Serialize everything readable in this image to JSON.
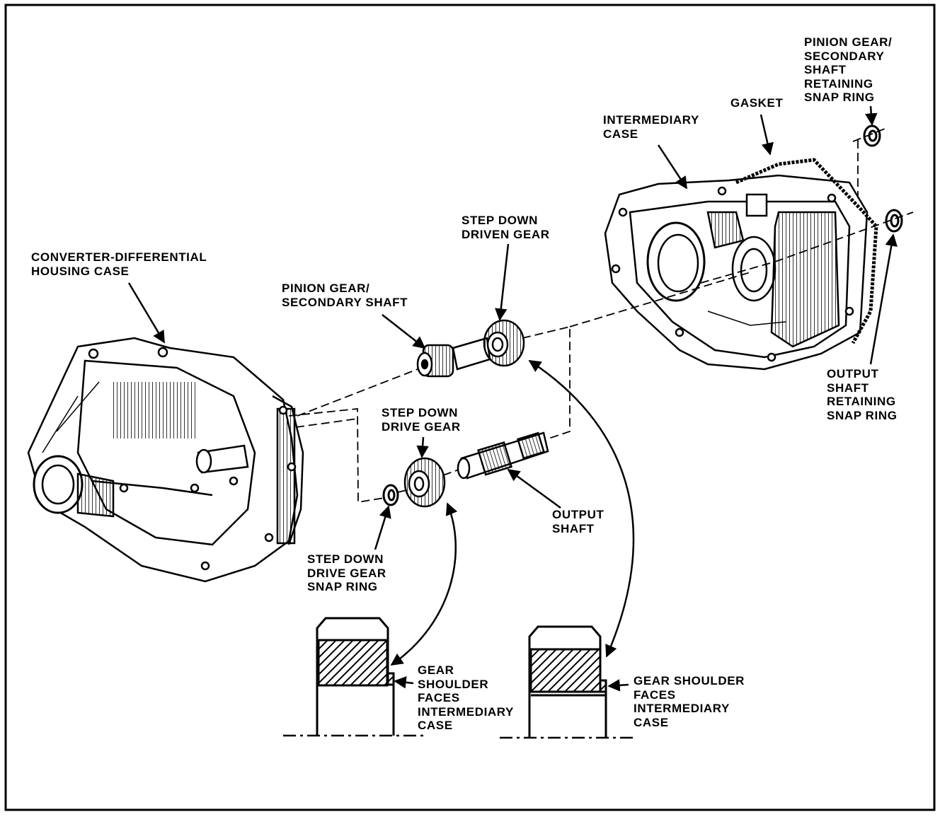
{
  "labels": {
    "converter_case": [
      "CONVERTER-DIFFERENTIAL",
      "HOUSING CASE"
    ],
    "pinion_gear": [
      "PINION GEAR/",
      "SECONDARY SHAFT"
    ],
    "driven_gear": [
      "STEP DOWN",
      "DRIVEN GEAR"
    ],
    "drive_gear": [
      "STEP DOWN",
      "DRIVE GEAR"
    ],
    "output_shaft": [
      "OUTPUT",
      "SHAFT"
    ],
    "drive_snap_ring": [
      "STEP DOWN",
      "DRIVE GEAR",
      "SNAP RING"
    ],
    "intermediary_case": [
      "INTERMEDIARY",
      "CASE"
    ],
    "gasket": [
      "GASKET"
    ],
    "pinion_snap_ring": [
      "PINION GEAR/",
      "SECONDARY",
      "SHAFT",
      "RETAINING",
      "SNAP RING"
    ],
    "output_snap_ring": [
      "OUTPUT",
      "SHAFT",
      "RETAINING",
      "SNAP RING"
    ],
    "shoulder_left": [
      "GEAR",
      "SHOULDER",
      "FACES",
      "INTERMEDIARY",
      "CASE"
    ],
    "shoulder_right": [
      "GEAR SHOULDER",
      "FACES",
      "INTERMEDIARY",
      "CASE"
    ]
  },
  "colors": {
    "ink": "#000000",
    "paper": "#ffffff"
  }
}
